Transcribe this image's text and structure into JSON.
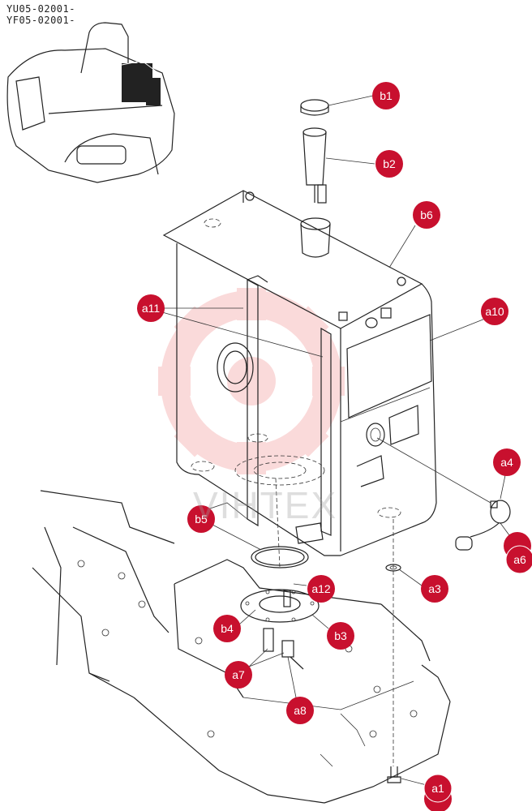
{
  "serials": [
    "YU05-02001-",
    "YF05-02001-"
  ],
  "watermark": {
    "text": "VIHTEX",
    "color": "#e83a3a"
  },
  "callout_color": "#c8102e",
  "callouts": [
    {
      "id": "b1",
      "label": "b1"
    },
    {
      "id": "b2",
      "label": "b2"
    },
    {
      "id": "b6",
      "label": "b6"
    },
    {
      "id": "a11",
      "label": "a11"
    },
    {
      "id": "a10",
      "label": "a10"
    },
    {
      "id": "a4",
      "label": "a4"
    },
    {
      "id": "a6-back",
      "label": ""
    },
    {
      "id": "a6",
      "label": "a6"
    },
    {
      "id": "b5",
      "label": "b5"
    },
    {
      "id": "a12",
      "label": "a12"
    },
    {
      "id": "a3",
      "label": "a3"
    },
    {
      "id": "b4",
      "label": "b4"
    },
    {
      "id": "b3",
      "label": "b3"
    },
    {
      "id": "a7",
      "label": "a7"
    },
    {
      "id": "a8",
      "label": "a8"
    },
    {
      "id": "a1-back",
      "label": ""
    },
    {
      "id": "a1",
      "label": "a1"
    }
  ]
}
